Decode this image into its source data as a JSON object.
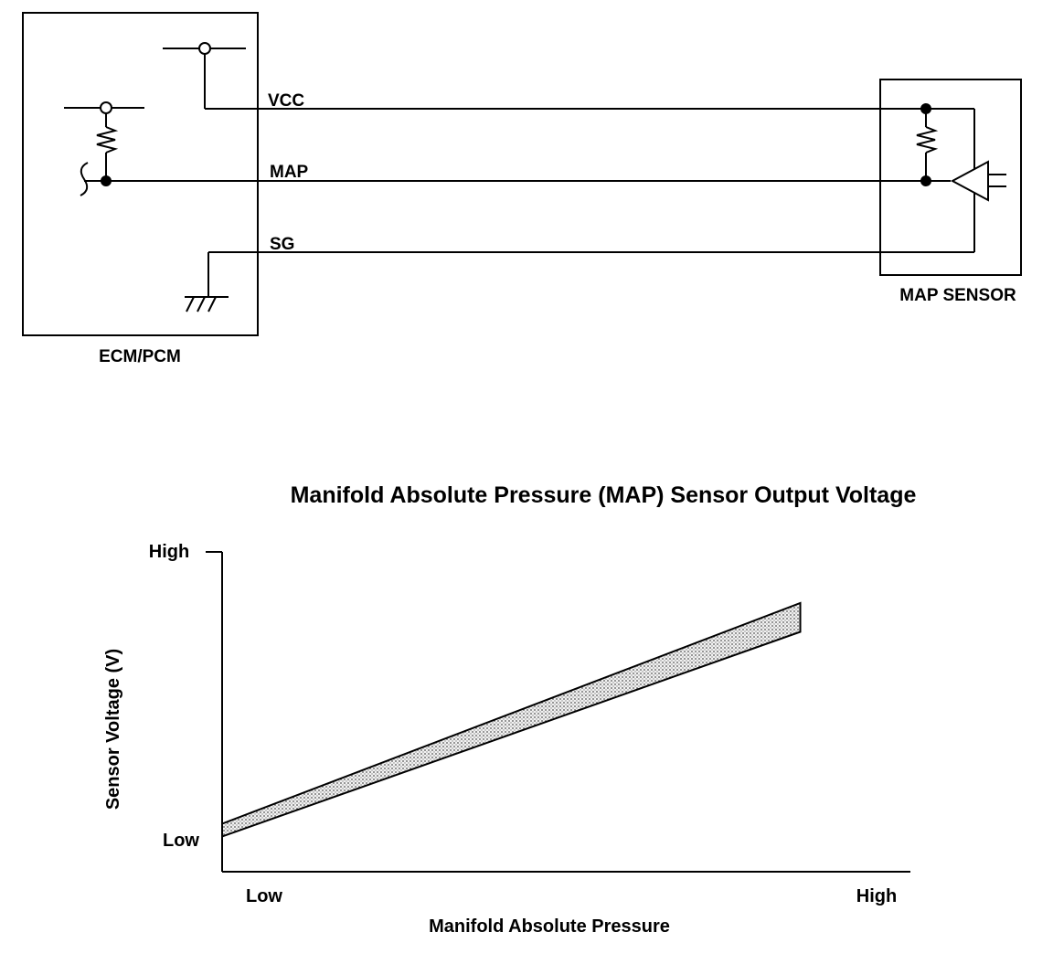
{
  "circuit": {
    "ecm_label": "ECM/PCM",
    "sensor_label": "MAP SENSOR",
    "wires": {
      "vcc": "VCC",
      "map": "MAP",
      "sg": "SG"
    }
  },
  "chart_data": {
    "type": "area",
    "title": "Manifold Absolute Pressure (MAP) Sensor Output Voltage",
    "xlabel": "Manifold Absolute Pressure",
    "ylabel": "Sensor Voltage (V)",
    "x_ticks": [
      "Low",
      "High"
    ],
    "y_ticks": [
      "High",
      "Low"
    ],
    "xlim": [
      0,
      1
    ],
    "ylim": [
      0,
      1
    ],
    "grid": false,
    "band": {
      "x": [
        0,
        0.84
      ],
      "upper": [
        0.15,
        0.84
      ],
      "lower": [
        0.11,
        0.75
      ]
    }
  }
}
